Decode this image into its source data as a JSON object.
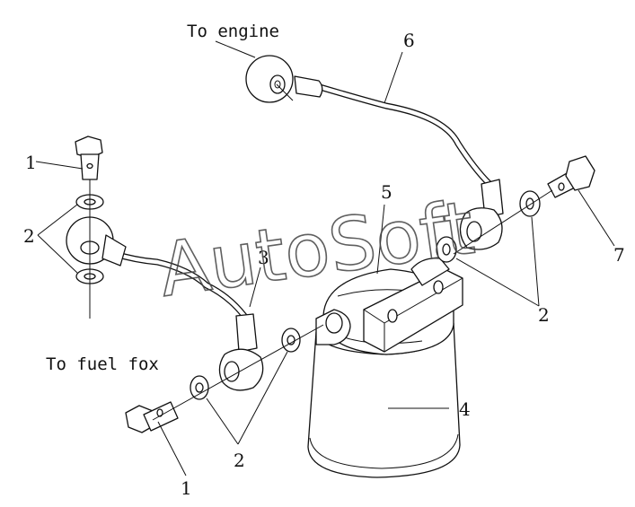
{
  "notes": {
    "to_engine": "To engine",
    "to_fuel_box": "To fuel fox"
  },
  "callouts": {
    "bolt_left_top": "1",
    "washers_left": "2",
    "pipe_3": "3",
    "filter_4": "4",
    "bracket_5": "5",
    "pipe_6": "6",
    "bolt_right_7": "7",
    "washers_right": "2",
    "washers_bottom": "2",
    "bolt_bottom": "1"
  },
  "watermark": "AutoSoft"
}
